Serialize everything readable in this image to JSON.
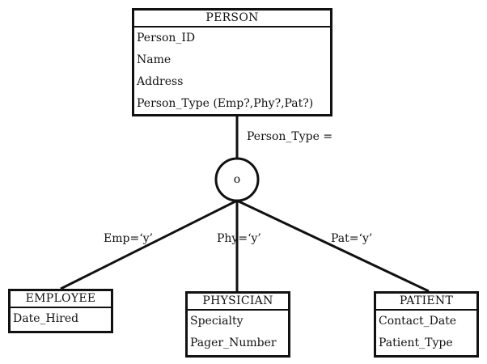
{
  "entities": {
    "person": {
      "title": "PERSON",
      "attributes": [
        "Person_ID",
        "Name",
        "Address",
        "Person_Type (Emp?,Phy?,Pat?)"
      ]
    },
    "employee": {
      "title": "EMPLOYEE",
      "attributes": [
        "Date_Hired"
      ]
    },
    "physician": {
      "title": "PHYSICIAN",
      "attributes": [
        "Specialty",
        "Pager_Number"
      ]
    },
    "patient": {
      "title": "PATIENT",
      "attributes": [
        "Contact_Date",
        "Patient_Type"
      ]
    }
  },
  "discriminator_label": "Person_Type =",
  "overlap_symbol": "o",
  "edge_labels": {
    "employee": "Emp=‘y’",
    "physician": "Phy=‘y’",
    "patient": "Pat=‘y’"
  }
}
